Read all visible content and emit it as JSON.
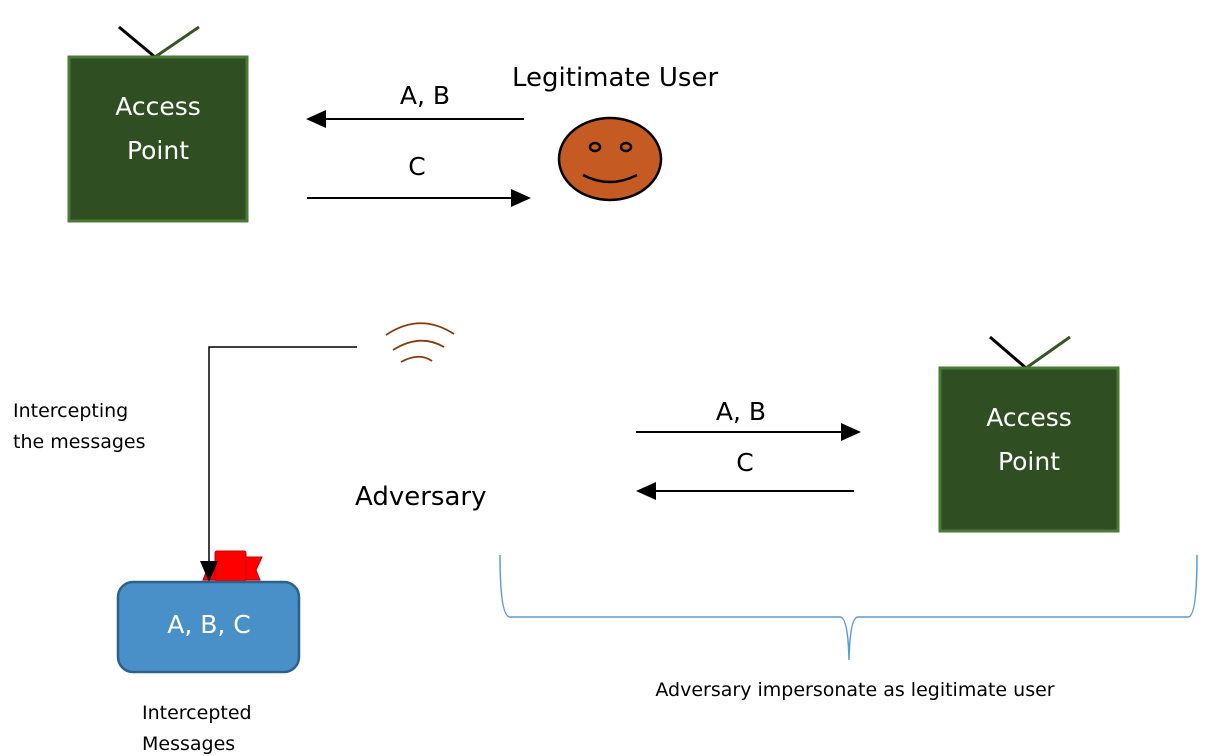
{
  "colors": {
    "access_point_fill": "#2f4f23",
    "access_point_border": "#4a7a36",
    "antenna_left": "#000000",
    "antenna_right": "#375623",
    "face_fill": "#c55a22",
    "wireless_signal": "#843c0c",
    "message_box_fill": "#4a90c8",
    "message_box_border": "#2f5f8a",
    "flag": "#ff0000",
    "brace": "#5b9bd5",
    "arrow": "#000000"
  },
  "top_scene": {
    "access_point": {
      "line1": "Access",
      "line2": "Point",
      "icon": "access-point-antenna-icon"
    },
    "user_label": "Legitimate User",
    "user_icon": "smiley-face-icon",
    "arrow_to_ap_label": "A, B",
    "arrow_to_user_label": "C"
  },
  "bottom_scene": {
    "wireless_icon": "wireless-signal-icon",
    "intercept_label_line1": "Intercepting",
    "intercept_label_line2": "the messages",
    "adversary_label": "Adversary",
    "intercepted_box_text": "A, B, C",
    "intercepted_icon": "red-flag-icon",
    "intercepted_caption_line1": "Intercepted",
    "intercepted_caption_line2": "Messages",
    "arrow_to_ap_label": "A, B",
    "arrow_to_adversary_label": "C",
    "access_point": {
      "line1": "Access",
      "line2": "Point",
      "icon": "access-point-antenna-icon"
    },
    "brace_caption": "Adversary impersonate as legitimate user"
  }
}
